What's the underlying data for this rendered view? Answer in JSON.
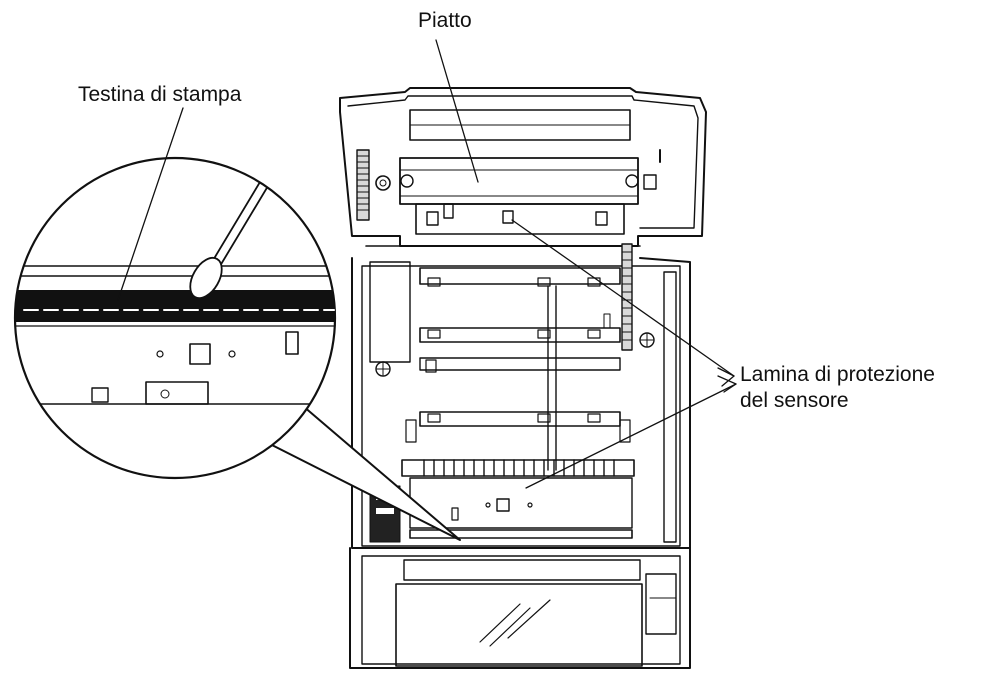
{
  "labels": {
    "piatto": "Piatto",
    "testina": "Testina di stampa",
    "lamina_line1": "Lamina di protezione",
    "lamina_line2": "del sensore"
  },
  "colors": {
    "ink": "#111111",
    "background": "#ffffff",
    "fill_gray": "#d9d9d9",
    "dark": "#222222"
  }
}
